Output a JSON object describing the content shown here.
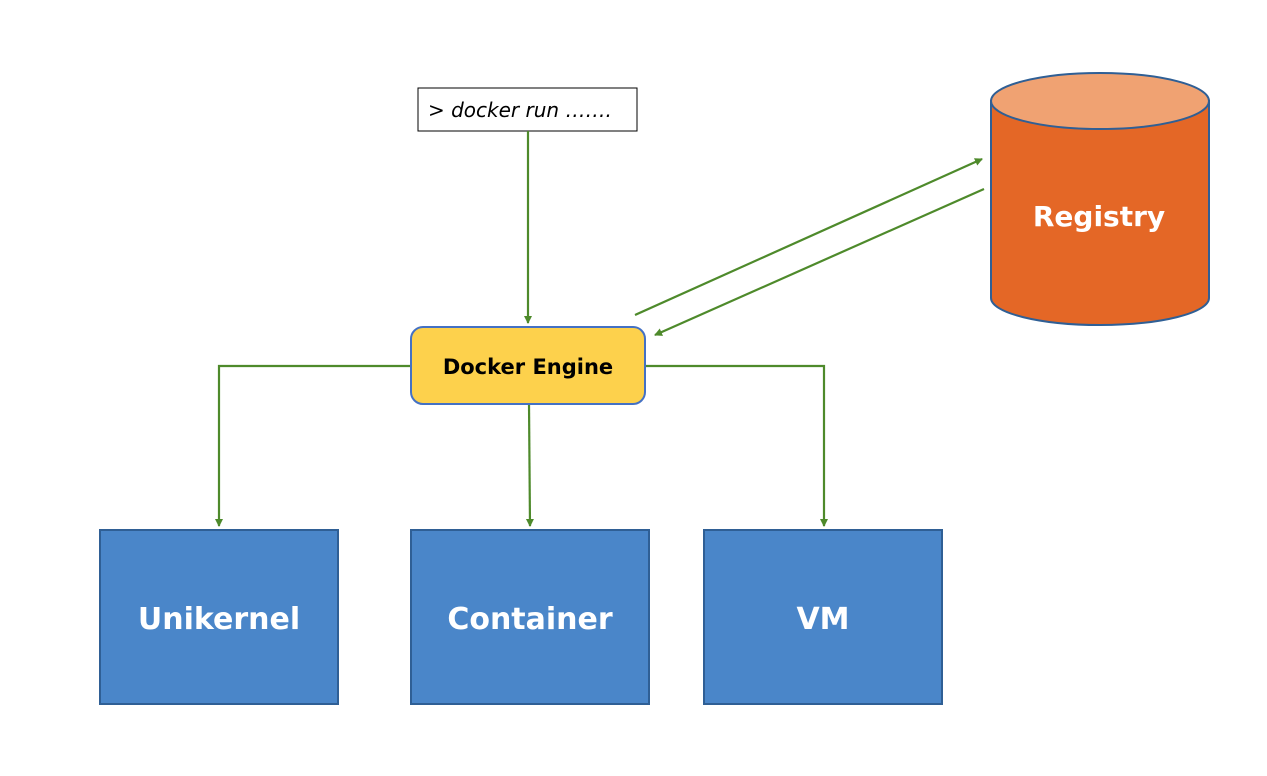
{
  "command_box": {
    "text": "> docker run ……."
  },
  "engine": {
    "label": "Docker Engine"
  },
  "registry": {
    "label": "Registry"
  },
  "targets": [
    {
      "label": "Unikernel"
    },
    {
      "label": "Container"
    },
    {
      "label": "VM"
    }
  ],
  "colors": {
    "arrow": "#4e8a2b",
    "engine_fill": "#fdd14c",
    "engine_stroke": "#4471c4",
    "target_fill": "#4a86c9",
    "target_stroke": "#2f5f95",
    "registry_body": "#e46726",
    "registry_top": "#f0a272",
    "registry_stroke": "#2f5f95"
  }
}
